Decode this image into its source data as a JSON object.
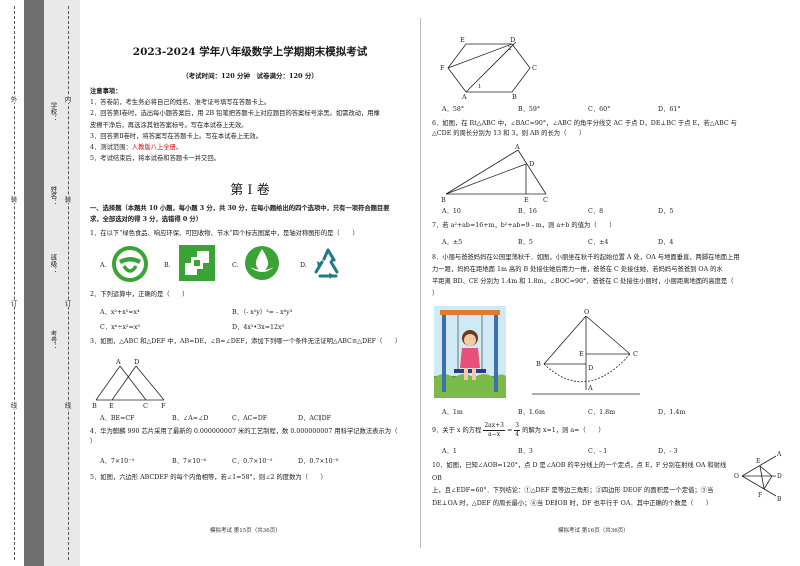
{
  "margin": {
    "outer_labels": [
      "外",
      "装",
      "订",
      "线"
    ],
    "inner_labels": [
      "内",
      "装",
      "订",
      "线"
    ],
    "fields": [
      "学校：",
      "姓名：",
      "班级：",
      "考号："
    ]
  },
  "left": {
    "title": "2023-2024 学年八年级数学上学期期末模拟考试",
    "subtitle": "（考试时间：120 分钟　试卷满分：120 分）",
    "notes_head": "注意事项：",
    "notes": [
      "1．答卷前，考生务必将自己的姓名、准考证号填写在答题卡上。",
      "2．回答第Ⅰ卷时，选出每小题答案后，用 2B 铅笔把答题卡上对应题目的答案标号涂黑。如需改动，用橡",
      "皮擦干净后，再选涂其他答案标号。写在本试卷上无效。",
      "3．回答第Ⅱ卷时，将答案写在答题卡上。写在本试卷上无效。",
      "4．测试范围：",
      "5．考试结束后，将本试卷和答题卡一并交回。"
    ],
    "notes_red": "人教版八上全册。",
    "section": "第 Ⅰ 卷",
    "section_desc": [
      "一、选择题（本题共 10 小题，每小题 3 分，共 30 分，在每小题给出的四个选项中，只有一项符合题目要",
      "求，全部选对的得 3 分，选错得 0 分）"
    ],
    "q1": "1．在以下“绿色食品、响应环保、可回收物、节水”四个标志图案中，是轴对称图形的是（　　）",
    "q1_opts": [
      "A.",
      "B.",
      "C.",
      "D."
    ],
    "q2": "2．下列运算中，正确的是（　　）",
    "q2_opts": [
      "A．x²+x²=x⁴",
      "B．（- x²y）³= - x⁶y³",
      "C．x⁶÷x²=x³",
      "D．4x²•3x=12x³"
    ],
    "q3": "3．如图，△ABC 和△DEF 中，AB=DE，∠B=∠DEF，添加下列哪一个条件无法证明△ABC≌△DEF（　　）",
    "q3_opts": [
      "A．BE=CF",
      "B．∠A=∠D",
      "C．AC=DF",
      "D．AC∥DF"
    ],
    "q4": [
      "4．华为麒麟 990 芯片采用了最新的 0.000000007 米的工艺制程，数 0.000000007 用科学记数法表示为（　　",
      "）"
    ],
    "q4_opts": [
      "A．7×10⁻⁹",
      "B．7×10⁻⁸",
      "C．0.7×10⁻⁹",
      "D．0.7×10⁻⁸"
    ],
    "q5": "5．如图，六边形 ABCDEF 的每个内角相等，若∠1=58°，则∠2 的度数为（　　）",
    "footer": "模拟考试 第15页（共36页）"
  },
  "right": {
    "q5_opts": [
      "A．58°",
      "B．59°",
      "C．60°",
      "D．61°"
    ],
    "q6": [
      "6．如图，在 Rt△ABC 中，∠BAC=90°，∠ABC 的角平分线交 AC 于点 D，DE⊥BC 于点 E，若△ABC 与",
      "△CDE 的周长分别为 13 和 3，则 AB 的长为（　　）"
    ],
    "q6_opts": [
      "A．10",
      "B．16",
      "C．8",
      "D．5"
    ],
    "q7": "7．若 a²+ab=16+m，b²+ab=9 - m，则 a+b 的值为（　　）",
    "q7_opts": [
      "A．±5",
      "B．5",
      "C．±4",
      "D．4"
    ],
    "q8": [
      "8．小丽与爸爸妈妈在公园里荡秋千．如图，小丽坐在秋千的起始位置 A 处，OA 与地面垂直，两脚在地面上用",
      "力一蹬，妈妈在距地面 1m 高的 B 处接住她后用力一推，爸爸在 C 处接住她．若妈妈与爸爸到 OA 的水",
      "平距离 BD、CE 分别为 1.4m 和 1.8m，∠BOC=90°．爸爸在 C 处接住小丽时，小丽距离地面的高度是（",
      "）"
    ],
    "q8_opts": [
      "A．1m",
      "B．1.6m",
      "C．1.8m",
      "D．1.4m"
    ],
    "q9_a": "9．关于 x 的方程",
    "q9_frac_num": "2ax+3",
    "q9_frac_den": "a−x",
    "q9_eq": "=",
    "q9_frac2_num": "3",
    "q9_frac2_den": "4",
    "q9_b": "的解为 x=1，则 a=（　　）",
    "q9_opts": [
      "A．1",
      "B．3",
      "C．- 1",
      "D．- 3"
    ],
    "q10": [
      "10．如图，已知∠AOB=120°，点 D 是∠AOB 的平分线上的一个定点，点 E，F 分别在射线 OA 和射线 OB",
      "上，且∠EDF=60°．下列结论：①△DEF 是等边三角形；②四边形 DEOF 的面积是一个定值；③当",
      "DE⊥OA 时，△DEF 的周长最小；④当 DE∥OB 时，DF 也平行于 OA．其中正确的个数是（　　）"
    ],
    "footer": "模拟考试 第16页（共36页）"
  },
  "figures": {
    "q3": [
      "A",
      "D",
      "B",
      "E",
      "C",
      "F"
    ],
    "q5": [
      "E",
      "D",
      "F",
      "C",
      "A",
      "B",
      "1",
      "2"
    ],
    "q6": [
      "A",
      "D",
      "E",
      "B",
      "C"
    ],
    "q8": [
      "O",
      "A",
      "B",
      "C",
      "D",
      "E"
    ],
    "q10": [
      "A",
      "E",
      "O",
      "D",
      "F",
      "B"
    ]
  },
  "colors": {
    "green": "#3aa335",
    "teal": "#1e7a86",
    "strip": "#6e6e6e"
  }
}
